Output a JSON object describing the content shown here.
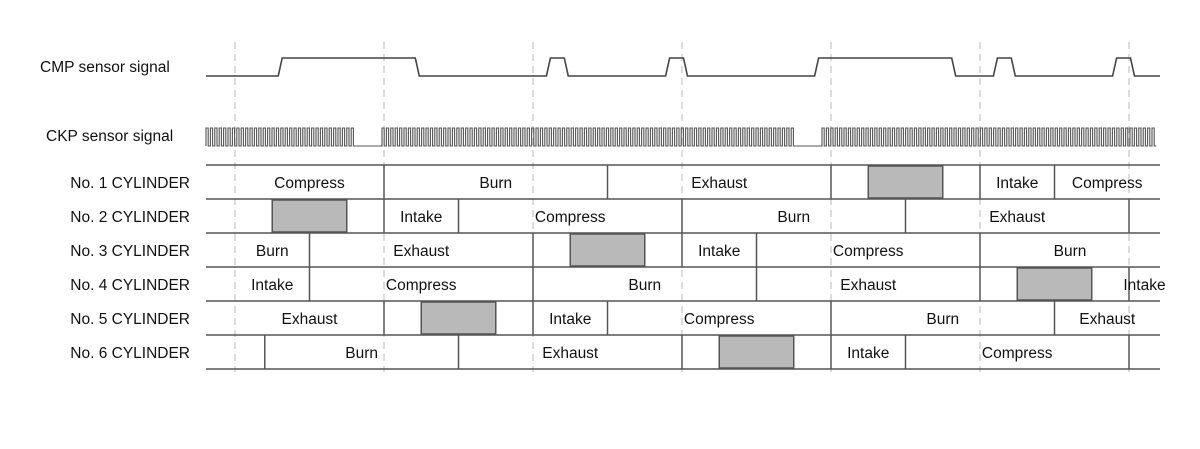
{
  "signals": {
    "cmp_label": "CMP sensor signal",
    "ckp_label": "CKP sensor signal"
  },
  "cmp_pulses": [
    {
      "start": 0.29,
      "end": 1.21
    },
    {
      "start": 2.09,
      "end": 2.21
    },
    {
      "start": 2.89,
      "end": 3.01
    },
    {
      "start": 3.89,
      "end": 4.81
    },
    {
      "start": 5.09,
      "end": 5.21
    },
    {
      "start": 5.89,
      "end": 6.01
    }
  ],
  "ckp_gaps": [
    0.9,
    3.85
  ],
  "cylinders": [
    {
      "label": "No. 1 CYLINDER",
      "segments": [
        {
          "text": "Compress",
          "start": 0.0,
          "end": 1.0
        },
        {
          "text": "Burn",
          "start": 1.0,
          "end": 2.5
        },
        {
          "text": "Exhaust",
          "start": 2.5,
          "end": 4.0
        },
        {
          "text": "",
          "start": 4.0,
          "end": 5.0
        },
        {
          "text": "Intake",
          "start": 5.0,
          "end": 5.5
        },
        {
          "text": "Compress",
          "start": 5.5,
          "end": 6.36
        }
      ],
      "injection": {
        "start": 4.25,
        "end": 4.75
      }
    },
    {
      "label": "No. 2 CYLINDER",
      "segments": [
        {
          "text": "",
          "start": 0.0,
          "end": 1.0
        },
        {
          "text": "Intake",
          "start": 1.0,
          "end": 1.5
        },
        {
          "text": "Compress",
          "start": 1.5,
          "end": 3.0
        },
        {
          "text": "Burn",
          "start": 3.0,
          "end": 4.5
        },
        {
          "text": "Exhaust",
          "start": 4.5,
          "end": 6.0
        },
        {
          "text": "",
          "start": 6.0,
          "end": 6.36
        }
      ],
      "injection": {
        "start": 0.25,
        "end": 0.75
      }
    },
    {
      "label": "No. 3 CYLINDER",
      "segments": [
        {
          "text": "Burn",
          "start": 0.0,
          "end": 0.5
        },
        {
          "text": "Exhaust",
          "start": 0.5,
          "end": 2.0
        },
        {
          "text": "",
          "start": 2.0,
          "end": 3.0
        },
        {
          "text": "Intake",
          "start": 3.0,
          "end": 3.5
        },
        {
          "text": "Compress",
          "start": 3.5,
          "end": 5.0
        },
        {
          "text": "Burn",
          "start": 5.0,
          "end": 6.36
        }
      ],
      "injection": {
        "start": 2.25,
        "end": 2.75
      }
    },
    {
      "label": "No. 4 CYLINDER",
      "segments": [
        {
          "text": "Intake",
          "start": 0.0,
          "end": 0.5
        },
        {
          "text": "Compress",
          "start": 0.5,
          "end": 2.0
        },
        {
          "text": "Burn",
          "start": 2.0,
          "end": 3.5
        },
        {
          "text": "Exhaust",
          "start": 3.5,
          "end": 5.0
        },
        {
          "text": "",
          "start": 5.0,
          "end": 6.0
        },
        {
          "text": "Intake",
          "start": 6.0,
          "end": 6.36
        }
      ],
      "injection": {
        "start": 5.25,
        "end": 5.75
      }
    },
    {
      "label": "No. 5 CYLINDER",
      "segments": [
        {
          "text": "Exhaust",
          "start": 0.0,
          "end": 1.0
        },
        {
          "text": "",
          "start": 1.0,
          "end": 2.0
        },
        {
          "text": "Intake",
          "start": 2.0,
          "end": 2.5
        },
        {
          "text": "Compress",
          "start": 2.5,
          "end": 4.0
        },
        {
          "text": "Burn",
          "start": 4.0,
          "end": 5.5
        },
        {
          "text": "Exhaust",
          "start": 5.5,
          "end": 6.36
        }
      ],
      "injection": {
        "start": 1.25,
        "end": 1.75
      }
    },
    {
      "label": "No. 6 CYLINDER",
      "segments": [
        {
          "text": "",
          "start": 0.0,
          "end": 0.2
        },
        {
          "text": "Burn",
          "start": 0.2,
          "end": 1.5
        },
        {
          "text": "Exhaust",
          "start": 1.5,
          "end": 3.0
        },
        {
          "text": "",
          "start": 3.0,
          "end": 4.0
        },
        {
          "text": "Intake",
          "start": 4.0,
          "end": 4.5
        },
        {
          "text": "Compress",
          "start": 4.5,
          "end": 6.0
        },
        {
          "text": "",
          "start": 6.0,
          "end": 6.36
        }
      ],
      "injection": {
        "start": 3.25,
        "end": 3.75
      }
    }
  ]
}
